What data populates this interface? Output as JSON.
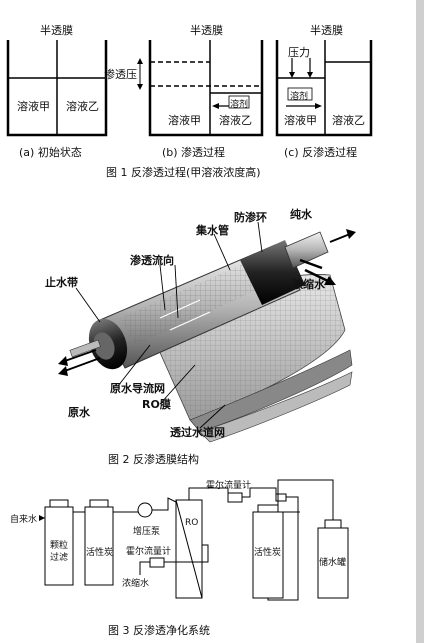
{
  "fig1": {
    "panels": [
      {
        "membrane": "半透膜",
        "left": "溶液甲",
        "right": "溶液乙",
        "caption": "(a) 初始状态"
      },
      {
        "membrane": "半透膜",
        "left": "溶液甲",
        "right": "溶液乙",
        "caption": "(b) 渗透过程",
        "pressure_label": "渗透压",
        "solvent": "溶剂"
      },
      {
        "membrane": "半透膜",
        "left": "溶液甲",
        "right": "溶液乙",
        "caption": "(c) 反渗透过程",
        "pressure_label": "压力",
        "solvent": "溶剂"
      }
    ],
    "caption": "图 1  反渗透过程(甲溶液浓度高)"
  },
  "fig2": {
    "labels": {
      "collector": "集水管",
      "anti_telescoping": "防渗环",
      "pure_water": "纯水",
      "permeate_flow": "渗透流向",
      "brine_seal": "止水带",
      "concentrate": "浓缩水",
      "feed_spacer": "原水导流网",
      "ro_membrane": "RO膜",
      "raw_water": "原水",
      "permeate_spacer": "透过水道网"
    },
    "caption": "图 2  反渗透膜结构"
  },
  "fig3": {
    "labels": {
      "tap_water": "自来水",
      "particle_filter": "颗粒\n过滤",
      "carbon1": "活性炭",
      "booster_pump": "增压泵",
      "ro": "RO",
      "flowmeter_top": "霍尔流量计",
      "flowmeter_mid": "霍尔流量计",
      "concentrate": "浓缩水",
      "carbon2": "活性炭",
      "tank": "储水罐"
    },
    "caption": "图 3  反渗透净化系统"
  }
}
